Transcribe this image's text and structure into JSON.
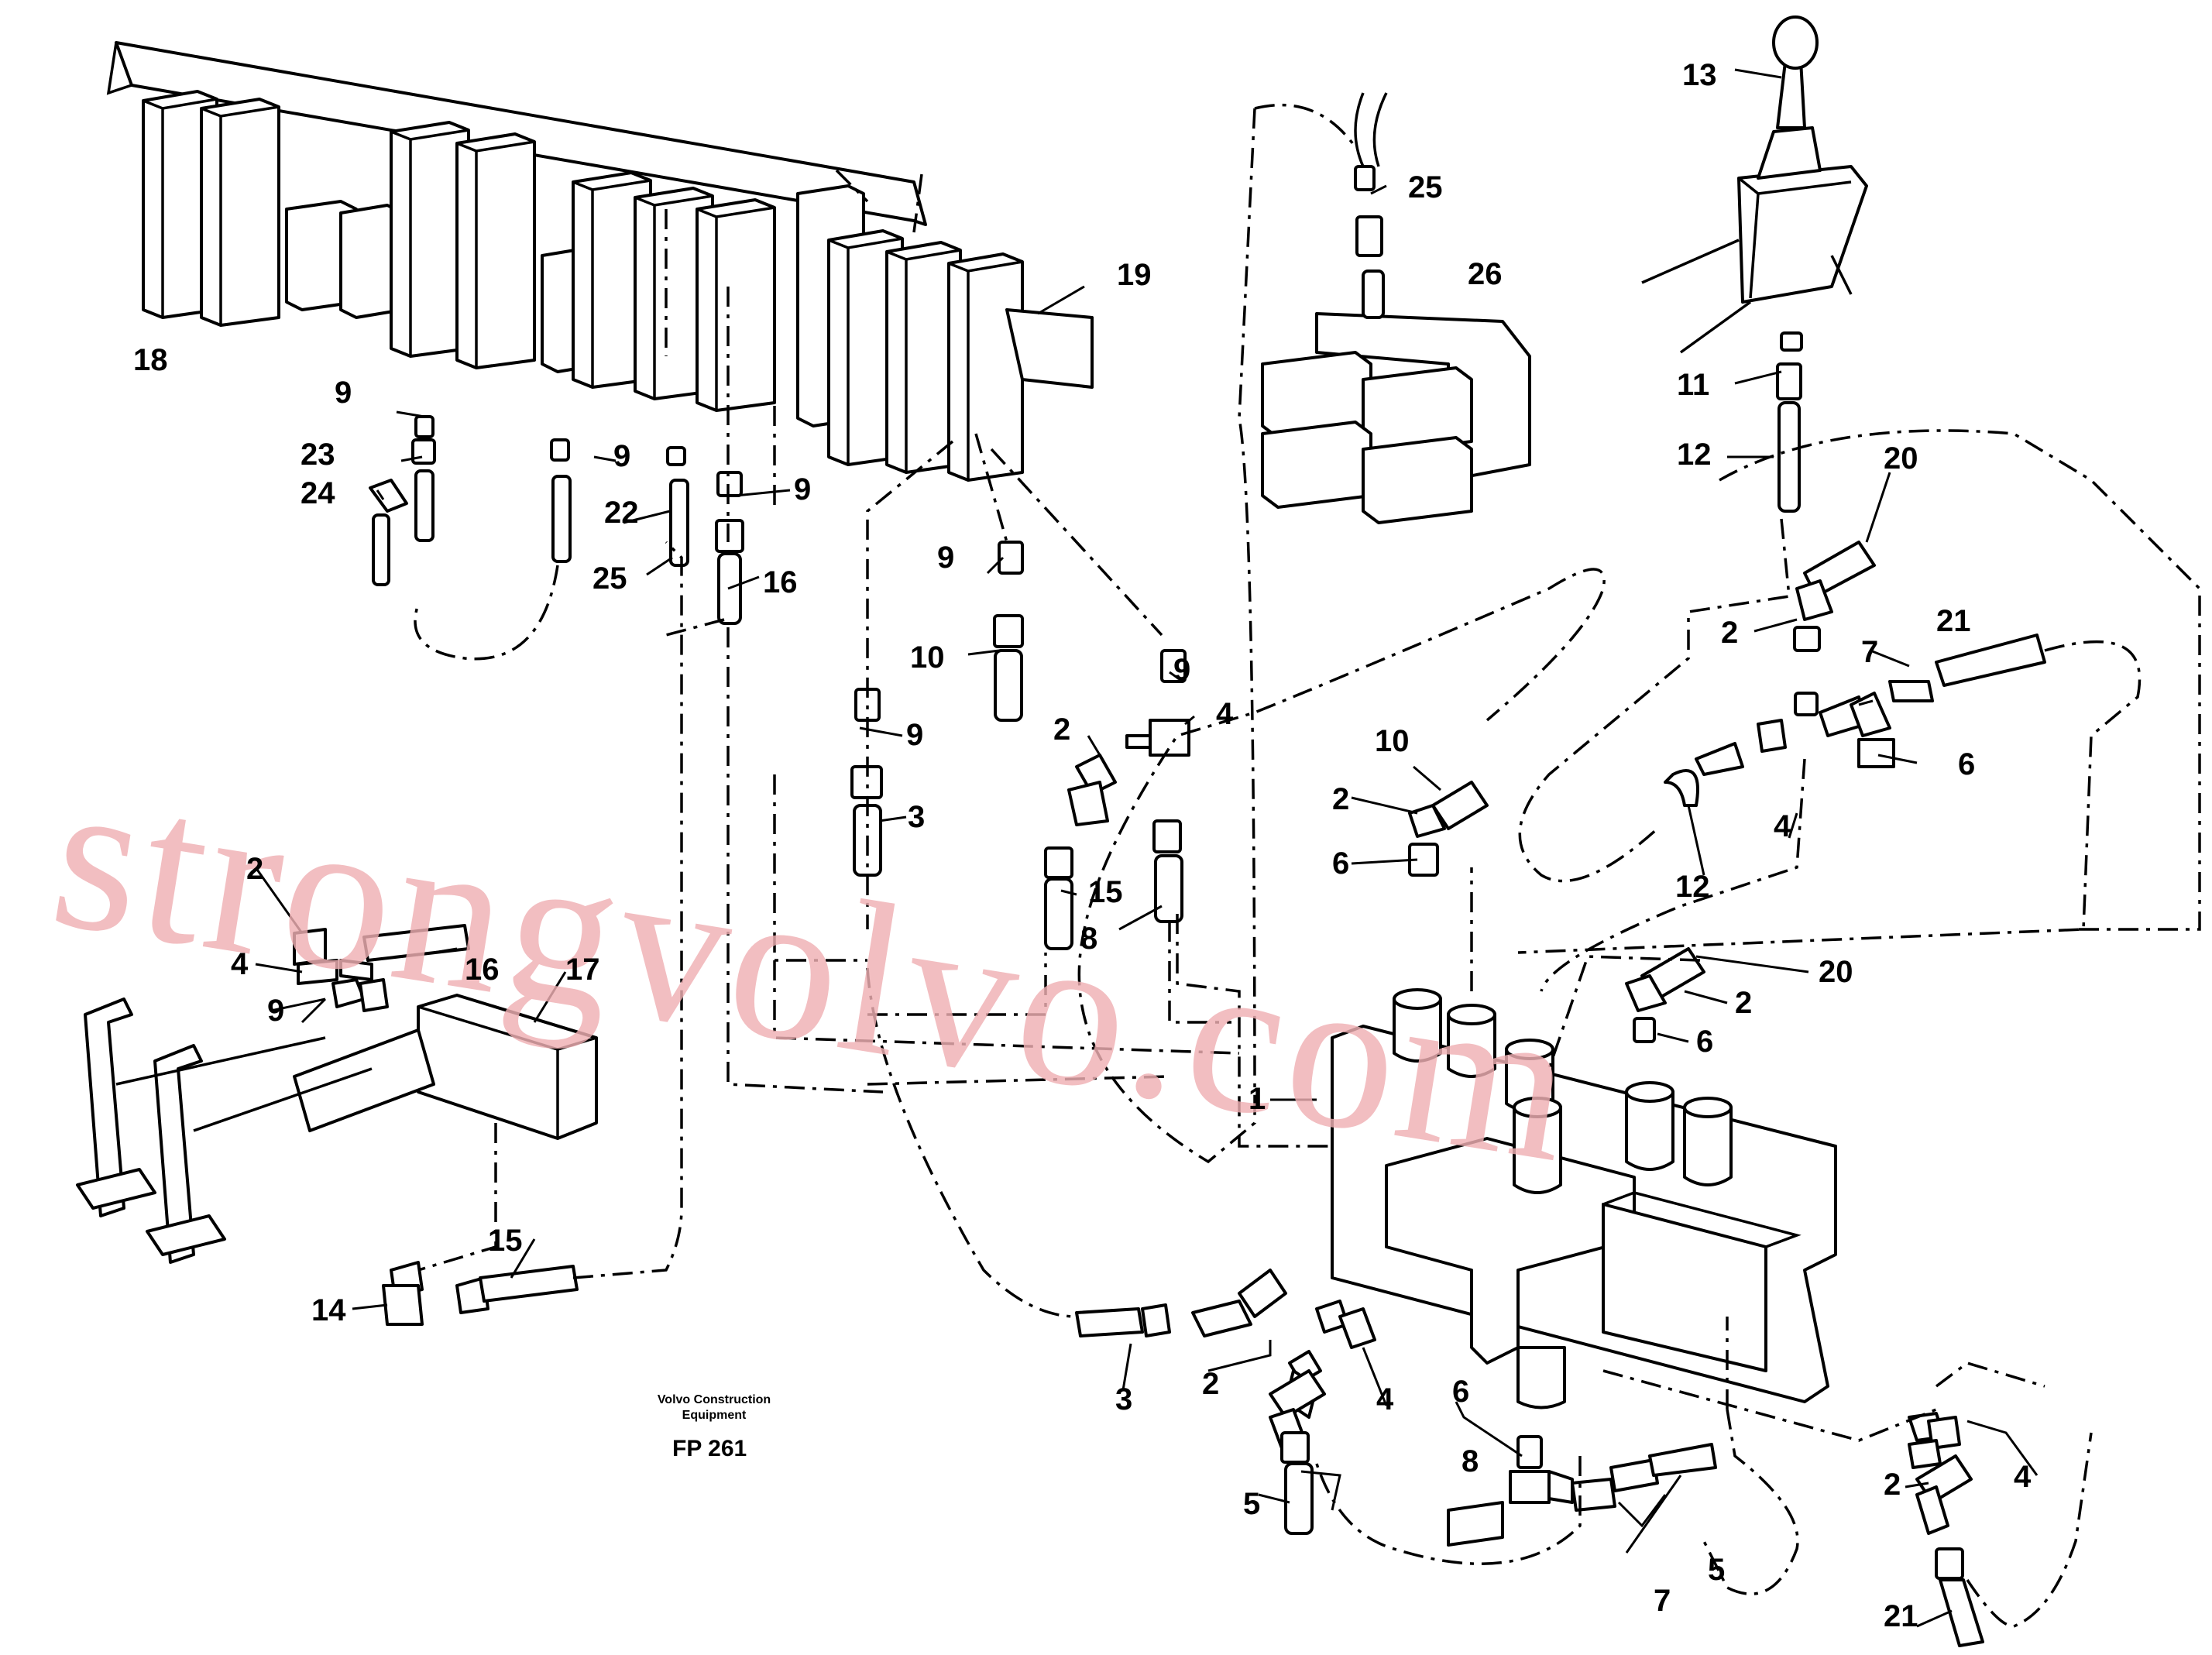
{
  "drawing": {
    "caption_line1": "Volvo Construction",
    "caption_line2": "Equipment",
    "code": "FP 261"
  },
  "watermark": {
    "text": "strongvolvo.com",
    "color": "#f0b0b4"
  },
  "callouts": [
    {
      "n": "18"
    },
    {
      "n": "19"
    },
    {
      "n": "9"
    },
    {
      "n": "23"
    },
    {
      "n": "9"
    },
    {
      "n": "24"
    },
    {
      "n": "22"
    },
    {
      "n": "9"
    },
    {
      "n": "25"
    },
    {
      "n": "16"
    },
    {
      "n": "9"
    },
    {
      "n": "10"
    },
    {
      "n": "9"
    },
    {
      "n": "4"
    },
    {
      "n": "2"
    },
    {
      "n": "9"
    },
    {
      "n": "3"
    },
    {
      "n": "15"
    },
    {
      "n": "8"
    },
    {
      "n": "13"
    },
    {
      "n": "25"
    },
    {
      "n": "26"
    },
    {
      "n": "11"
    },
    {
      "n": "12"
    },
    {
      "n": "20"
    },
    {
      "n": "2"
    },
    {
      "n": "21"
    },
    {
      "n": "7"
    },
    {
      "n": "6"
    },
    {
      "n": "4"
    },
    {
      "n": "12"
    },
    {
      "n": "10"
    },
    {
      "n": "2"
    },
    {
      "n": "6"
    },
    {
      "n": "20"
    },
    {
      "n": "2"
    },
    {
      "n": "6"
    },
    {
      "n": "1"
    },
    {
      "n": "2"
    },
    {
      "n": "4"
    },
    {
      "n": "16"
    },
    {
      "n": "17"
    },
    {
      "n": "9"
    },
    {
      "n": "15"
    },
    {
      "n": "14"
    },
    {
      "n": "3"
    },
    {
      "n": "2"
    },
    {
      "n": "4"
    },
    {
      "n": "6"
    },
    {
      "n": "5"
    },
    {
      "n": "8"
    },
    {
      "n": "7"
    },
    {
      "n": "5"
    },
    {
      "n": "2"
    },
    {
      "n": "4"
    },
    {
      "n": "21"
    }
  ]
}
